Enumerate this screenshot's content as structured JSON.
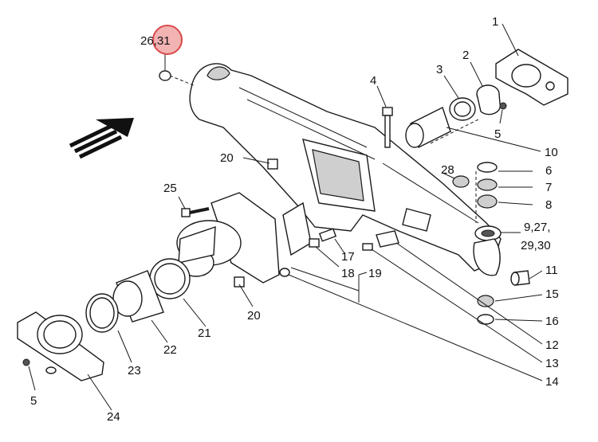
{
  "highlight": {
    "color": "#f2b3b3",
    "stroke": "#d94a4a"
  },
  "callouts": {
    "c1": "1",
    "c2": "2",
    "c3": "3",
    "c4": "4",
    "c5a": "5",
    "c5b": "5",
    "c6": "6",
    "c7": "7",
    "c8": "8",
    "c9_27": "9,27,",
    "c29_30": "29,30",
    "c10": "10",
    "c11": "11",
    "c12": "12",
    "c13": "13",
    "c14": "14",
    "c15": "15",
    "c16": "16",
    "c17": "17",
    "c18": "18",
    "c19": "19",
    "c20a": "20",
    "c20b": "20",
    "c21": "21",
    "c22": "22",
    "c23": "23",
    "c24": "24",
    "c25": "25",
    "c26_31": "26,31",
    "c28": "28"
  }
}
